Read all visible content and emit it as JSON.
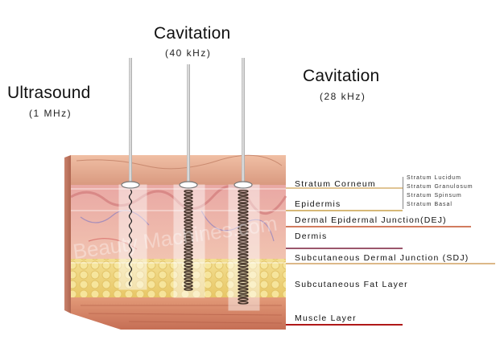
{
  "probes": {
    "ultrasound": {
      "title": "Ultrasound",
      "freq": "(1 MHz)"
    },
    "cavitation_40": {
      "title": "Cavitation",
      "freq": "(40 kHz)"
    },
    "cavitation_28": {
      "title": "Cavitation",
      "freq": "(28 kHz)"
    }
  },
  "layers": {
    "stratum_corneum": "Stratum Corneum",
    "epidermis": "Epidermis",
    "dej": "Dermal Epidermal Junction(DEJ)",
    "dermis": "Dermis",
    "sdj": "Subcutaneous Dermal Junction (SDJ)",
    "fat": "Subcutaneous Fat Layer",
    "muscle": "Muscle Layer"
  },
  "strata": [
    "Stratum Lucidum",
    "Stratum Granulosum",
    "Stratum Spinsum",
    "Stratum Basal"
  ],
  "watermark": "Beauty Machines.com",
  "colors": {
    "corneum_line": "#d6b070",
    "epidermis_line": "#c9a14a",
    "dej_line": "#c4502a",
    "dermis_line": "#7a1f3a",
    "sdj_line": "#d0a060",
    "muscle_line": "#b01818"
  }
}
